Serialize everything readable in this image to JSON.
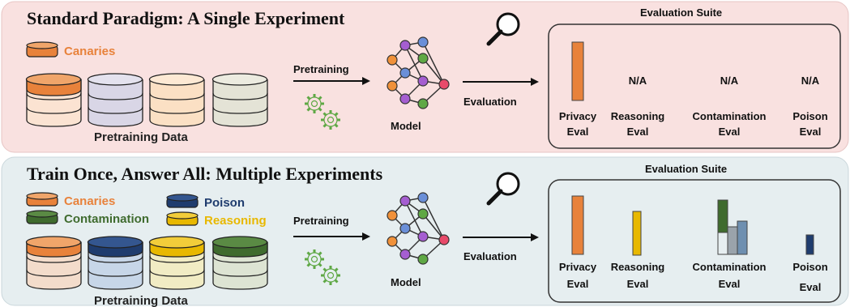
{
  "top_panel": {
    "title": "Standard Paradigm: A Single Experiment",
    "bg_color": "#f9e1e0",
    "legend": [
      {
        "label": "Canaries",
        "color": "#e8823b"
      }
    ],
    "data_label": "Pretraining Data",
    "step1_label": "Pretraining",
    "model_label": "Model",
    "step2_label": "Evaluation",
    "suite_title": "Evaluation Suite",
    "evals": [
      {
        "line1": "Privacy",
        "line2": "Eval",
        "status": ""
      },
      {
        "line1": "Reasoning",
        "line2": "Eval",
        "status": "N/A"
      },
      {
        "line1": "Contamination",
        "line2": "Eval",
        "status": "N/A"
      },
      {
        "line1": "Poison",
        "line2": "Eval",
        "status": "N/A"
      }
    ]
  },
  "bottom_panel": {
    "title": "Train Once, Answer All: Multiple Experiments",
    "bg_color": "#e6eef0",
    "legend": [
      {
        "label": "Canaries",
        "color": "#e8823b"
      },
      {
        "label": "Poison",
        "color": "#1f3c6e"
      },
      {
        "label": "Contamination",
        "color": "#3f6b2e"
      },
      {
        "label": "Reasoning",
        "color": "#e8b800"
      }
    ],
    "data_label": "Pretraining Data",
    "step1_label": "Pretraining",
    "model_label": "Model",
    "step2_label": "Evaluation",
    "suite_title": "Evaluation Suite",
    "evals": [
      {
        "line1": "Privacy",
        "line2": "Eval"
      },
      {
        "line1": "Reasoning",
        "line2": "Eval"
      },
      {
        "line1": "Contamination",
        "line2": "Eval"
      },
      {
        "line1": "Poison",
        "line2": "Eval"
      }
    ]
  },
  "colors": {
    "canaries": "#e8823b",
    "poison": "#1f3c6e",
    "contamination": "#3f6b2e",
    "reasoning": "#e8b800",
    "node_blue": "#6a8fd8",
    "node_orange": "#f0913a",
    "node_purple": "#a55ed1",
    "node_green": "#5fa845",
    "node_red": "#e84a6a"
  },
  "icons": [
    "database-icon",
    "gear-icon",
    "neural-network-icon",
    "magnifier-icon",
    "arrow-icon"
  ]
}
